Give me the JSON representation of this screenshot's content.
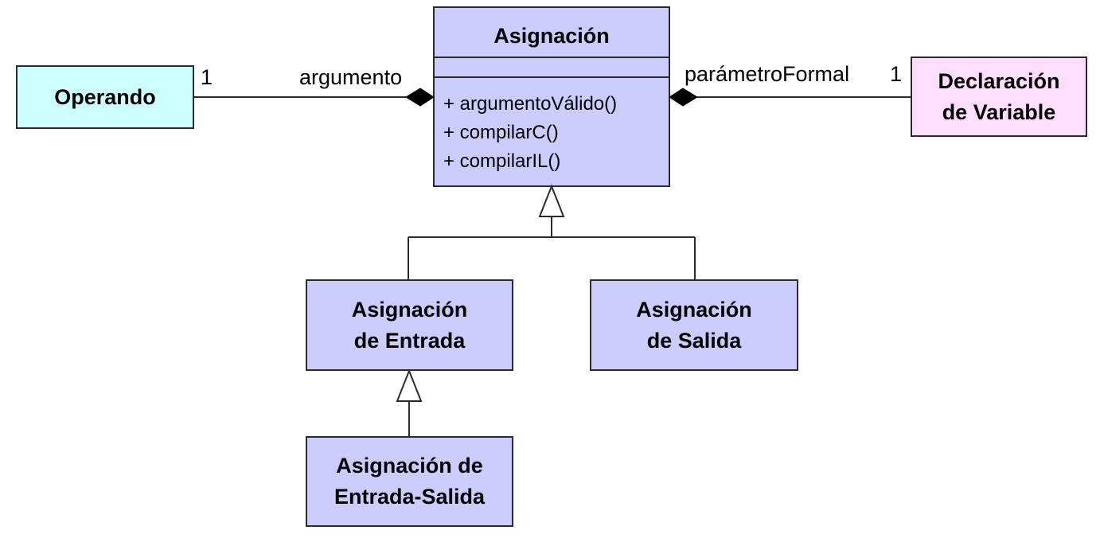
{
  "colors": {
    "class_fill": "#ccccff",
    "operando_fill": "#ccffff",
    "declaracion_fill": "#ffddff",
    "stroke": "#2b2b2b"
  },
  "asignacion": {
    "name": "Asignación",
    "operations": [
      "+ argumentoVálido()",
      "+ compilarC()",
      "+ compilarIL()"
    ]
  },
  "operando": {
    "name": "Operando"
  },
  "declaracion": {
    "line1": "Declaración",
    "line2": "de Variable"
  },
  "entrada": {
    "line1": "Asignación",
    "line2": "de Entrada"
  },
  "salida": {
    "line1": "Asignación",
    "line2": "de Salida"
  },
  "entrada_salida": {
    "line1": "Asignación de",
    "line2": "Entrada-Salida"
  },
  "assoc_argumento": {
    "role": "argumento",
    "multiplicity": "1"
  },
  "assoc_parametro": {
    "role": "parámetroFormal",
    "multiplicity": "1"
  }
}
